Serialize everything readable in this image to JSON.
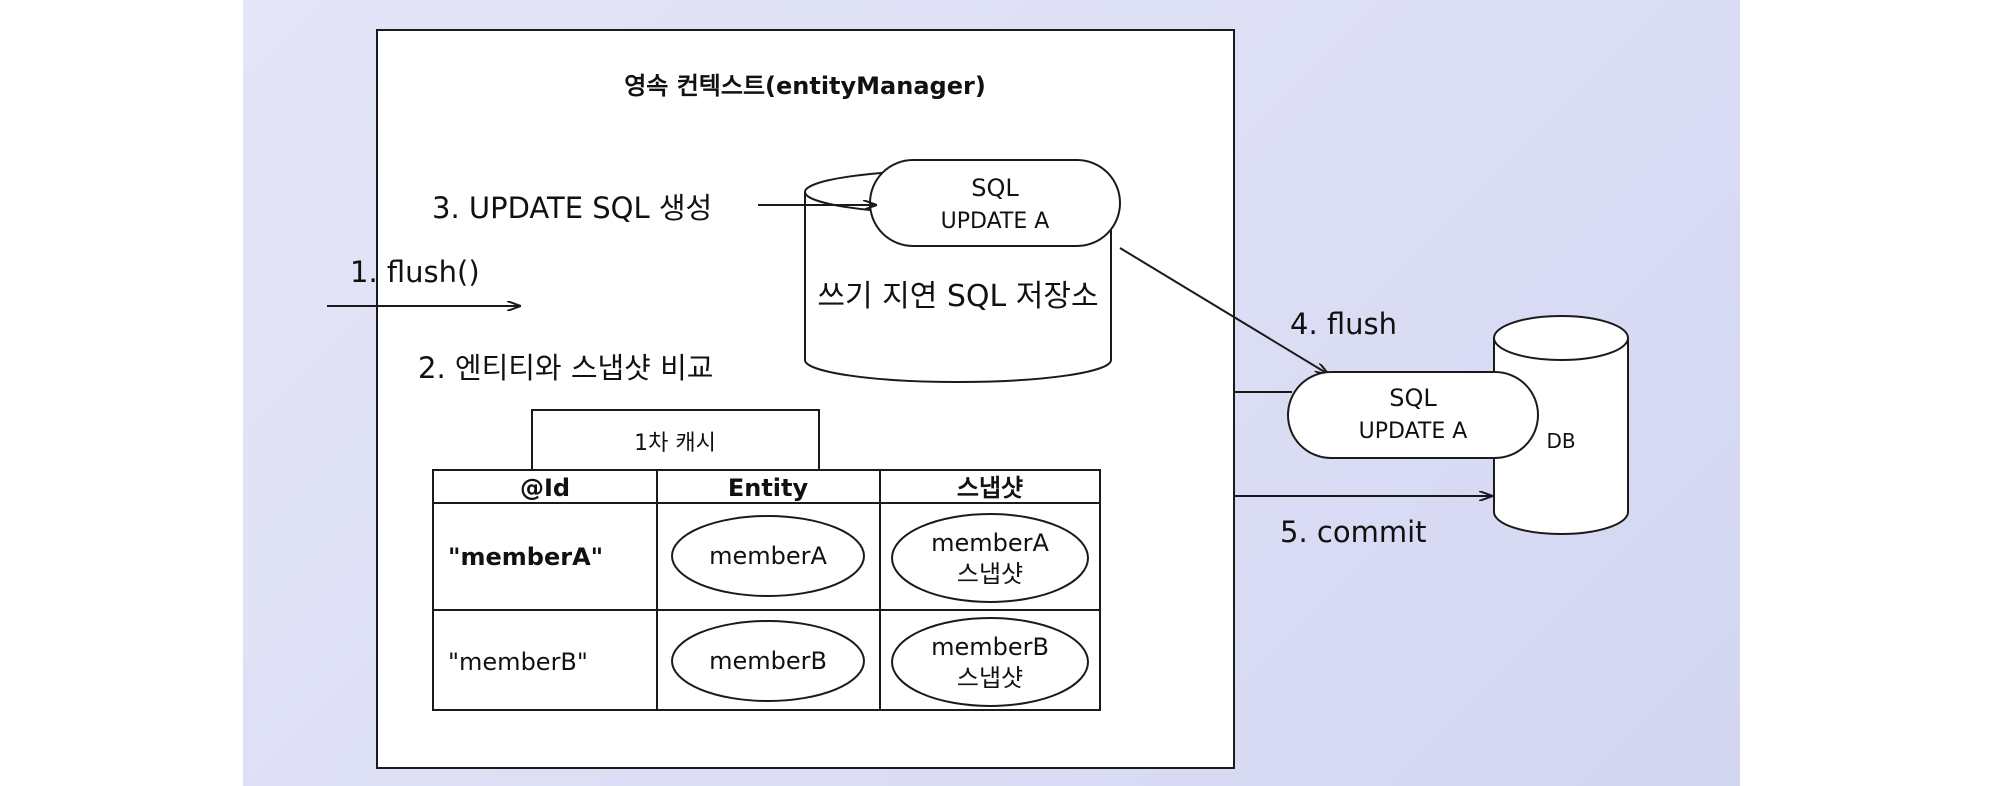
{
  "context_title": "영속 컨텍스트(entityManager)",
  "steps": {
    "flush_call": "1. flush()",
    "compare": "2. 엔티티와 스냅샷 비교",
    "generate_sql": "3. UPDATE SQL 생성",
    "flush": "4. flush",
    "commit": "5. commit"
  },
  "sql_store": {
    "label": "쓰기 지연 SQL 저장소",
    "pill_title": "SQL",
    "pill_query": "UPDATE A"
  },
  "database": {
    "label": "DB",
    "pill_title": "SQL",
    "pill_query": "UPDATE A"
  },
  "cache": {
    "tab_label": "1차 캐시",
    "headers": [
      "@Id",
      "Entity",
      "스냅샷"
    ],
    "rows": [
      {
        "id": "\"memberA\"",
        "entity": "memberA",
        "snapshot_line1": "memberA",
        "snapshot_line2": "스냅샷"
      },
      {
        "id": "\"memberB\"",
        "entity": "memberB",
        "snapshot_line1": "memberB",
        "snapshot_line2": "스냅샷"
      }
    ]
  },
  "colors": {
    "background": "#dcdef5",
    "stroke": "#1a1a1a",
    "shape_fill": "#ffffff"
  }
}
